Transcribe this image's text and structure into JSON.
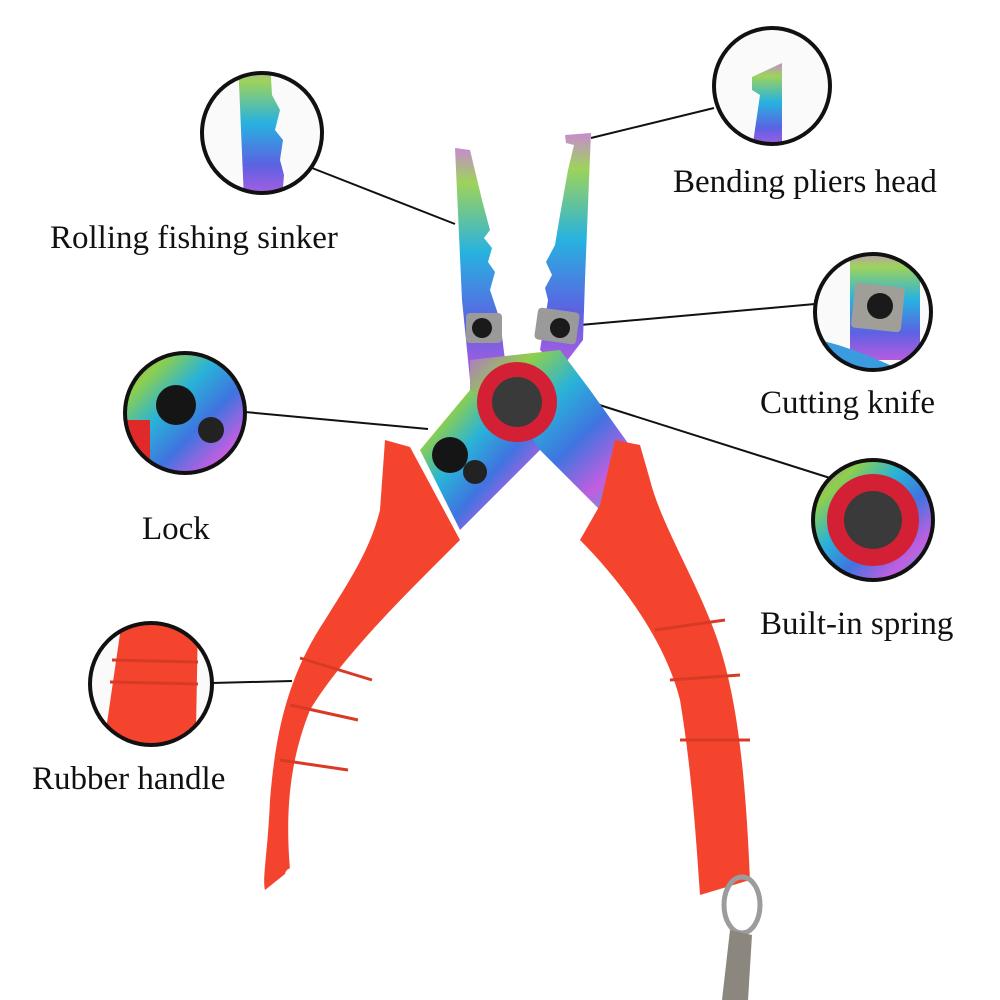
{
  "callouts": {
    "rolling_sinker": {
      "label": "Rolling fishing sinker"
    },
    "bending_head": {
      "label": "Bending pliers head"
    },
    "cutting_knife": {
      "label": "Cutting knife"
    },
    "lock": {
      "label": "Lock"
    },
    "spring": {
      "label": "Built-in spring"
    },
    "rubber_handle": {
      "label": "Rubber handle"
    }
  },
  "colors": {
    "handle": "#f4442e",
    "spring_ring": "#d42034",
    "pivot": "#333333",
    "callout_line": "#111111",
    "background": "#ffffff"
  }
}
